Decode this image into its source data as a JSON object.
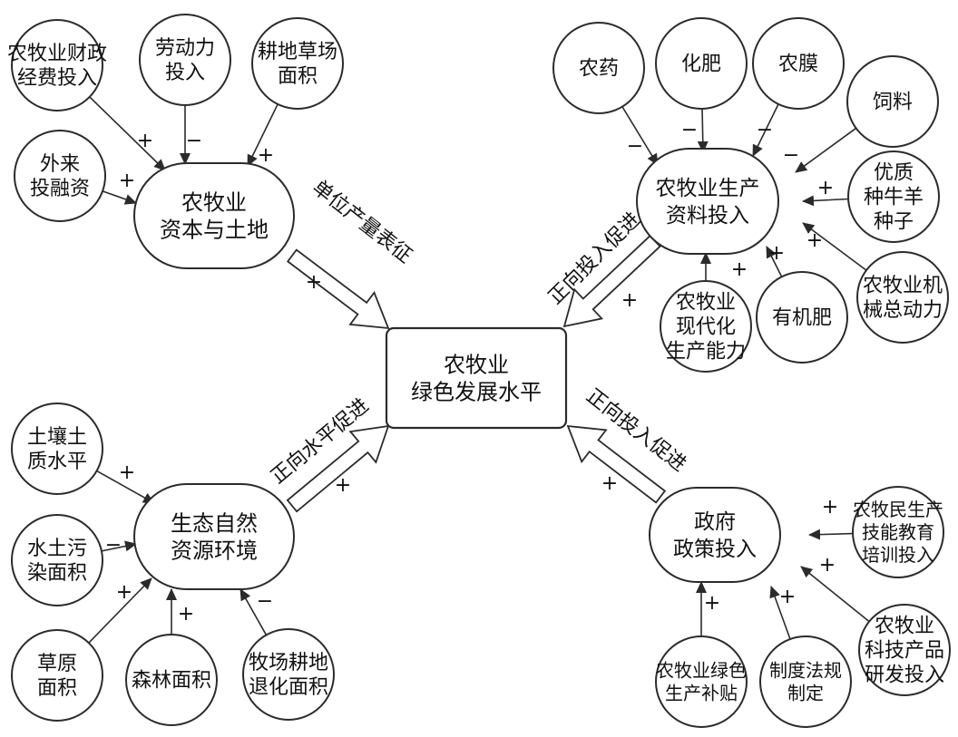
{
  "center": {
    "lines": [
      "农牧业",
      "绿色发展水平"
    ]
  },
  "hubs": {
    "capital": {
      "lines": [
        "农牧业",
        "资本与土地"
      ]
    },
    "inputs": {
      "lines": [
        "农牧业生产",
        "资料投入"
      ]
    },
    "ecology": {
      "lines": [
        "生态自然",
        "资源环境"
      ]
    },
    "policy": {
      "lines": [
        "政府",
        "政策投入"
      ]
    }
  },
  "factors": {
    "fiscal": {
      "lines": [
        "农牧业财政",
        "经费投入"
      ],
      "sign": "+"
    },
    "labor": {
      "lines": [
        "劳动力",
        "投入"
      ],
      "sign": "−"
    },
    "land": {
      "lines": [
        "耕地草场",
        "面积"
      ],
      "sign": "+"
    },
    "foreign": {
      "lines": [
        "外来",
        "投融资"
      ],
      "sign": "+"
    },
    "pesticide": {
      "lines": [
        "农药"
      ],
      "sign": "−"
    },
    "fertilizer": {
      "lines": [
        "化肥"
      ],
      "sign": "−"
    },
    "film": {
      "lines": [
        "农膜"
      ],
      "sign": "−"
    },
    "feed": {
      "lines": [
        "饲料"
      ],
      "sign": "−"
    },
    "breed": {
      "lines": [
        "优质",
        "种牛羊",
        "种子"
      ],
      "sign": "+"
    },
    "machinery": {
      "lines": [
        "农牧业机",
        "械总动力"
      ],
      "sign": "+"
    },
    "organic": {
      "lines": [
        "有机肥"
      ],
      "sign": "+"
    },
    "modern": {
      "lines": [
        "农牧业",
        "现代化",
        "生产能力"
      ],
      "sign": "+"
    },
    "soil": {
      "lines": [
        "土壤土",
        "质水平"
      ],
      "sign": "+"
    },
    "pollution": {
      "lines": [
        "水土污",
        "染面积"
      ],
      "sign": "−"
    },
    "grassland": {
      "lines": [
        "草原",
        "面积"
      ],
      "sign": "+"
    },
    "forest": {
      "lines": [
        "森林面积"
      ],
      "sign": "+"
    },
    "degraded": {
      "lines": [
        "牧场耕地",
        "退化面积"
      ],
      "sign": "−"
    },
    "training": {
      "lines": [
        "农牧民生产",
        "技能教育",
        "培训投入"
      ],
      "sign": "+"
    },
    "research": {
      "lines": [
        "农牧业",
        "科技产品",
        "研发投入"
      ],
      "sign": "+"
    },
    "subsidy": {
      "lines": [
        "农牧业绿色",
        "生产补贴"
      ],
      "sign": "+"
    },
    "regulation": {
      "lines": [
        "制度法规",
        "制定"
      ],
      "sign": "+"
    }
  },
  "edges": {
    "capital": {
      "label": "单位产量表征",
      "sign": "+"
    },
    "inputs": {
      "label": "正向投入促进",
      "sign": "+"
    },
    "ecology": {
      "label": "正向水平促进",
      "sign": "+"
    },
    "policy": {
      "label": "正向投入促进",
      "sign": "+"
    }
  }
}
